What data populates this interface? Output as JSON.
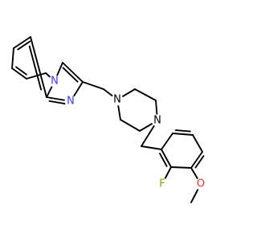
{
  "molecule": {
    "atoms": {
      "n_bridge": {
        "symbol": "N",
        "color": "#3b3bff"
      },
      "n_imine": {
        "symbol": "N",
        "color": "#3b3bff"
      },
      "n_pip_top": {
        "symbol": "N",
        "color": "#000000"
      },
      "n_pip_bottom": {
        "symbol": "N",
        "color": "#000000"
      },
      "fluorine": {
        "symbol": "F",
        "color": "#8fa300"
      },
      "oxygen": {
        "symbol": "O",
        "color": "#ff2a2a"
      }
    }
  }
}
